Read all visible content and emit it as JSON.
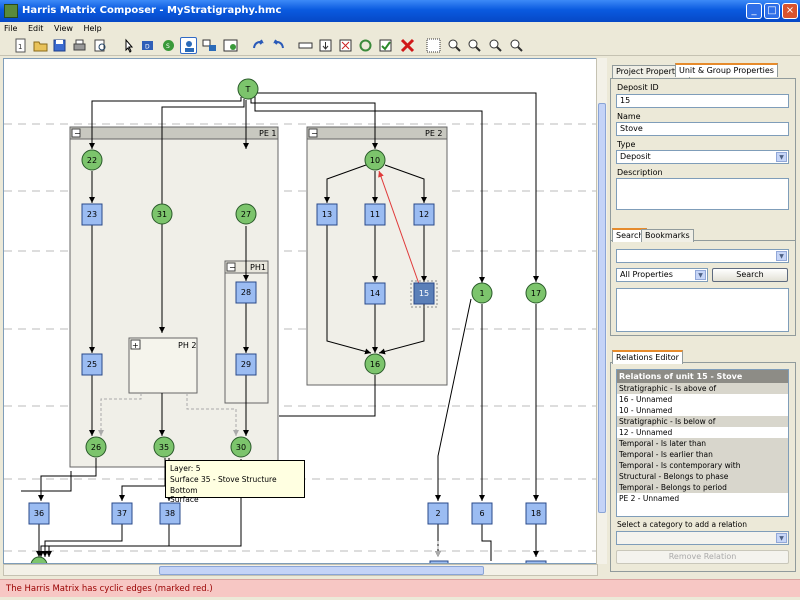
{
  "window": {
    "title": "Harris Matrix Composer - MyStratigraphy.hmc",
    "min": "_",
    "max": "□",
    "close": "×"
  },
  "menu": [
    "File",
    "Edit",
    "View",
    "Help"
  ],
  "toolbar": {
    "icons": [
      "new-unit",
      "open",
      "save",
      "print",
      "print-preview",
      "pointer",
      "deposit",
      "surface",
      "unit-select",
      "phase",
      "periods",
      "group",
      "undo",
      "redo",
      "layout",
      "arrange",
      "check",
      "resolve",
      "validate",
      "delete",
      "grid",
      "zoom-in",
      "zoom-out",
      "zoom-fit",
      "zoom-reset"
    ]
  },
  "canvas": {
    "groups": [
      {
        "label": "PE 1",
        "toggle": "−"
      },
      {
        "label": "PE 2",
        "toggle": "−"
      },
      {
        "label": "PH1",
        "toggle": "−"
      },
      {
        "label": "PH 2",
        "toggle": "+"
      }
    ],
    "nodes": [
      {
        "label": "T",
        "kind": "top"
      },
      {
        "label": "22",
        "kind": "surface"
      },
      {
        "label": "31",
        "kind": "surface"
      },
      {
        "label": "27",
        "kind": "surface"
      },
      {
        "label": "10",
        "kind": "surface"
      },
      {
        "label": "23",
        "kind": "deposit"
      },
      {
        "label": "13",
        "kind": "deposit"
      },
      {
        "label": "11",
        "kind": "deposit"
      },
      {
        "label": "12",
        "kind": "deposit"
      },
      {
        "label": "28",
        "kind": "deposit"
      },
      {
        "label": "14",
        "kind": "deposit"
      },
      {
        "label": "15",
        "kind": "deposit-selected"
      },
      {
        "label": "1",
        "kind": "surface"
      },
      {
        "label": "17",
        "kind": "surface"
      },
      {
        "label": "25",
        "kind": "deposit"
      },
      {
        "label": "29",
        "kind": "deposit"
      },
      {
        "label": "16",
        "kind": "surface"
      },
      {
        "label": "26",
        "kind": "surface"
      },
      {
        "label": "35",
        "kind": "surface"
      },
      {
        "label": "30",
        "kind": "surface"
      },
      {
        "label": "36",
        "kind": "deposit"
      },
      {
        "label": "37",
        "kind": "deposit"
      },
      {
        "label": "38",
        "kind": "deposit"
      },
      {
        "label": "2",
        "kind": "deposit"
      },
      {
        "label": "6",
        "kind": "deposit"
      },
      {
        "label": "18",
        "kind": "deposit"
      }
    ],
    "tooltip": {
      "line1": "Layer: 5",
      "line2": "Surface 35 - Stove Structure Bottom",
      "line3": "Surface"
    }
  },
  "project_panel": {
    "tabs": [
      "Project Properties",
      "Unit & Group Properties"
    ],
    "deposit_id_label": "Deposit ID",
    "deposit_id": "15",
    "name_label": "Name",
    "name": "Stove",
    "type_label": "Type",
    "type": "Deposit",
    "description_label": "Description",
    "description": ""
  },
  "search_panel": {
    "tabs": [
      "Search",
      "Bookmarks"
    ],
    "query": "",
    "filter": "All Properties",
    "button": "Search"
  },
  "relations_panel": {
    "tab": "Relations Editor",
    "header": "Relations of unit 15 - Stove",
    "rows": [
      {
        "kind": "cat",
        "text": "Stratigraphic - Is above of"
      },
      {
        "kind": "item",
        "text": "16 - Unnamed"
      },
      {
        "kind": "item",
        "text": "10 - Unnamed"
      },
      {
        "kind": "cat",
        "text": "Stratigraphic - Is below of"
      },
      {
        "kind": "item",
        "text": "12 - Unnamed"
      },
      {
        "kind": "cat",
        "text": "Temporal - Is later than"
      },
      {
        "kind": "cat",
        "text": "Temporal - Is earlier than"
      },
      {
        "kind": "cat",
        "text": "Temporal - Is contemporary with"
      },
      {
        "kind": "cat",
        "text": "Structural - Belongs to phase"
      },
      {
        "kind": "cat",
        "text": "Temporal - Belongs to period"
      },
      {
        "kind": "item",
        "text": "PE 2 - Unnamed"
      }
    ],
    "hint": "Select a category to add a relation",
    "category_value": "",
    "remove_button": "Remove Relation"
  },
  "status": "The Harris Matrix has cyclic edges (marked red.)",
  "colors": {
    "surface": "#7cc46c",
    "deposit": "#9bbcf2",
    "selected": "#5a7fb8",
    "cyclic": "#e03a3a",
    "status_bg": "#f7c7c4"
  }
}
